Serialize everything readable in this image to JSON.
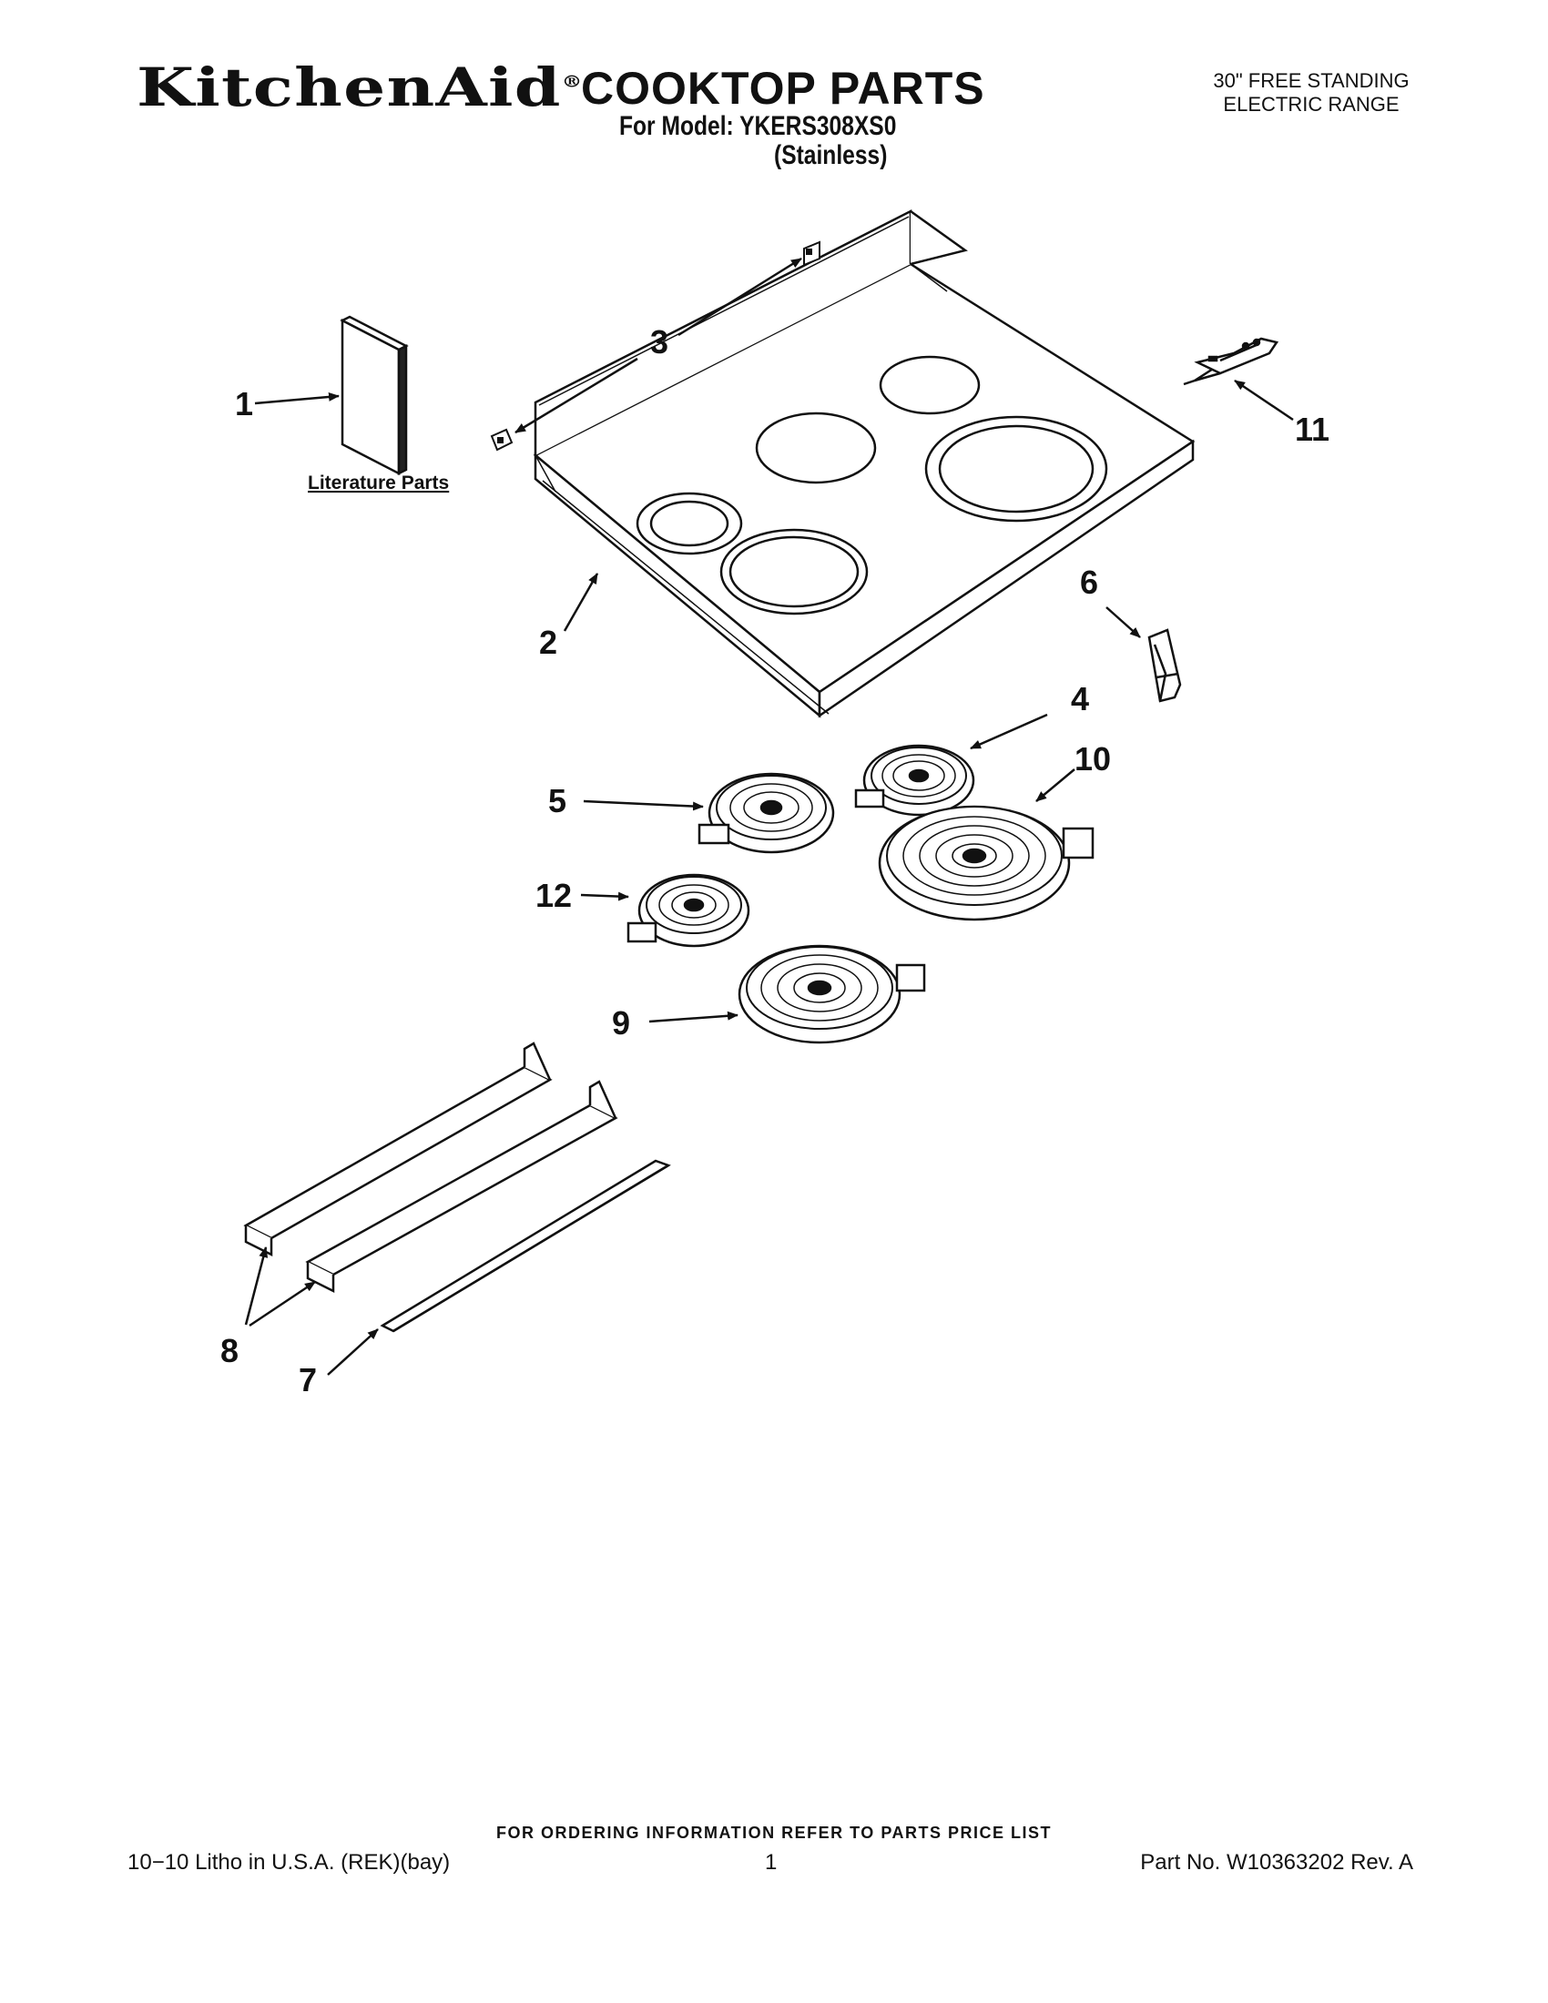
{
  "header": {
    "brand": "KitchenAid",
    "brand_mark": "®",
    "title": "COOKTOP PARTS",
    "model_line": "For Model: YKERS308XS0",
    "color_line": "(Stainless)",
    "product_line1": "30\" FREE STANDING",
    "product_line2": "ELECTRIC RANGE"
  },
  "diagram": {
    "literature_label": "Literature Parts",
    "callouts": [
      "1",
      "2",
      "3",
      "4",
      "5",
      "6",
      "7",
      "8",
      "9",
      "10",
      "11",
      "12"
    ]
  },
  "footer": {
    "ordering_note": "FOR ORDERING INFORMATION REFER TO PARTS PRICE LIST",
    "litho": "10−10 Litho in U.S.A. (REK)(bay)",
    "page": "1",
    "part_no": "Part No. W10363202 Rev. A"
  }
}
